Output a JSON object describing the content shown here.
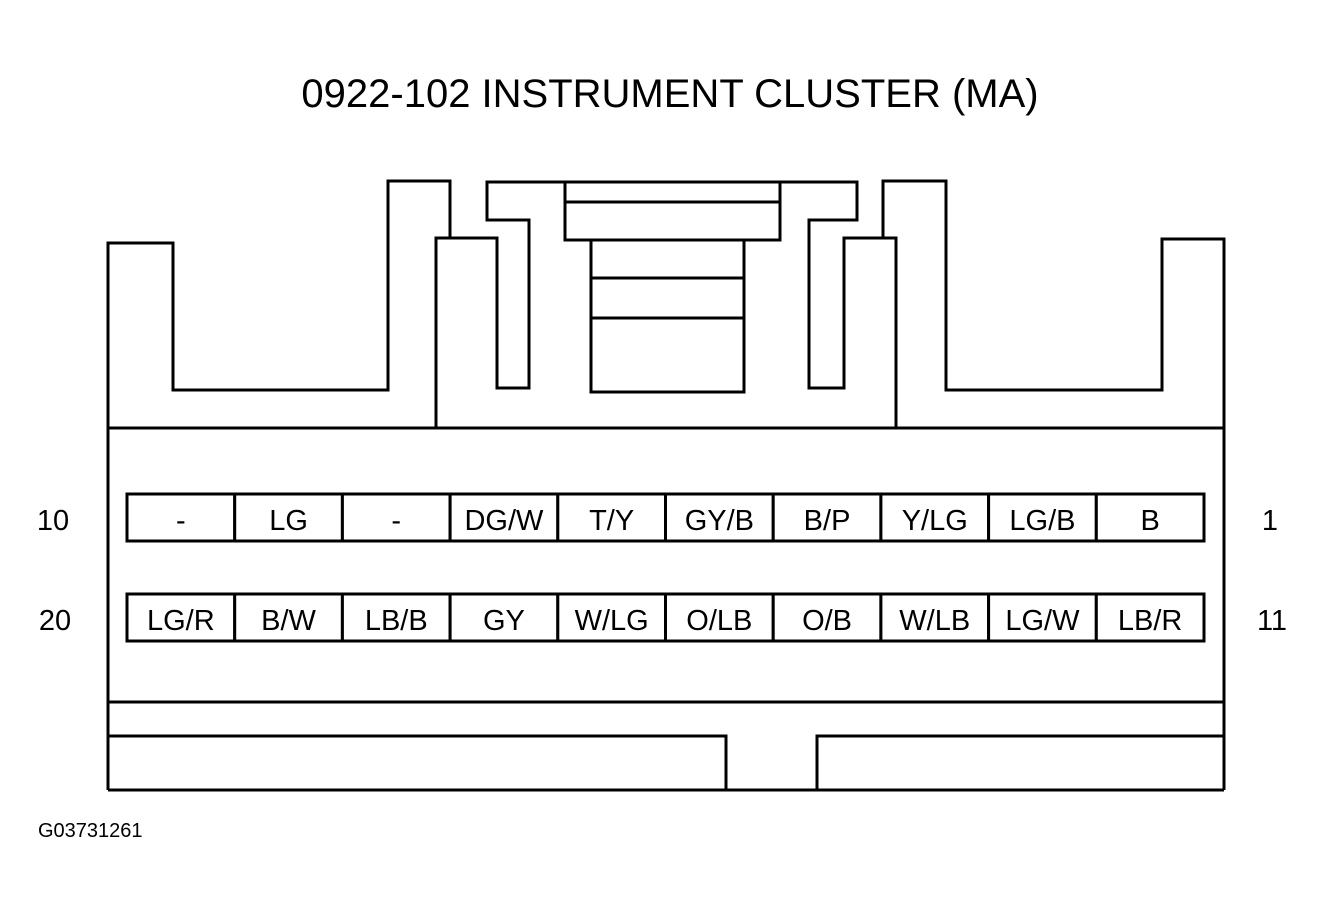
{
  "title": "0922-102 INSTRUMENT CLUSTER (MA)",
  "figure_id": "G03731261",
  "connector": {
    "top_row": {
      "left_label": "10",
      "right_label": "1",
      "pins": [
        "-",
        "LG",
        "-",
        "DG/W",
        "T/Y",
        "GY/B",
        "B/P",
        "Y/LG",
        "LG/B",
        "B"
      ]
    },
    "bottom_row": {
      "left_label": "20",
      "right_label": "11",
      "pins": [
        "LG/R",
        "B/W",
        "LB/B",
        "GY",
        "W/LG",
        "O/LB",
        "O/B",
        "W/LB",
        "LG/W",
        "LB/R"
      ]
    }
  }
}
